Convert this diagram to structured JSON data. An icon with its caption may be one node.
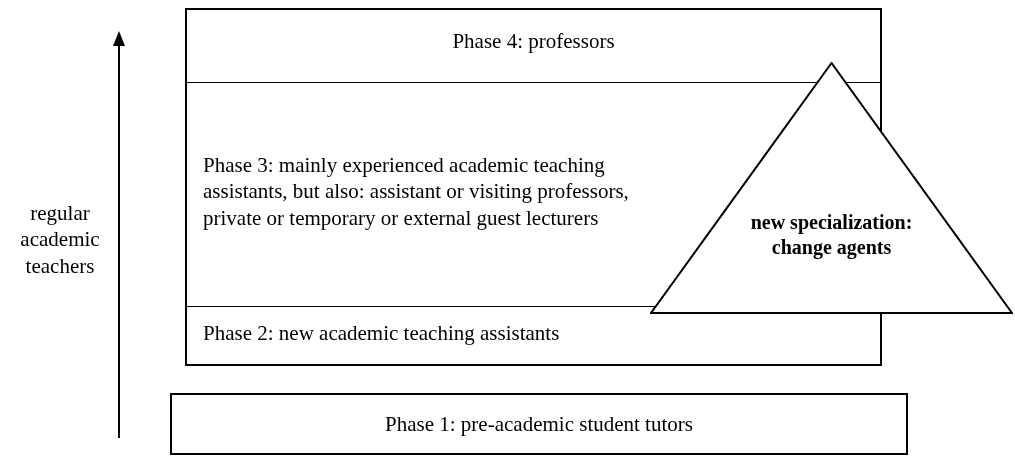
{
  "diagram": {
    "nodes": [
      {
        "text": [],
        "shape": "box"
      },
      {
        "text": [
          "Phase 4: professors"
        ],
        "in": 0
      },
      {
        "text": [
          "Phase 3: mainly experienced academic teaching assistants, but also: assistant or visiting professors, private or temporary or external guest lecturers"
        ],
        "in": 0
      },
      {
        "text": [
          "Phase 2: new academic teaching assistants"
        ],
        "in": 0
      },
      {
        "text": [
          "new specialization: change agents"
        ]
      },
      {
        "text": [
          "Phase 1: pre-academic student tutors"
        ]
      }
    ],
    "edges": [],
    "labels": [
      "regular academic teachers"
    ]
  }
}
